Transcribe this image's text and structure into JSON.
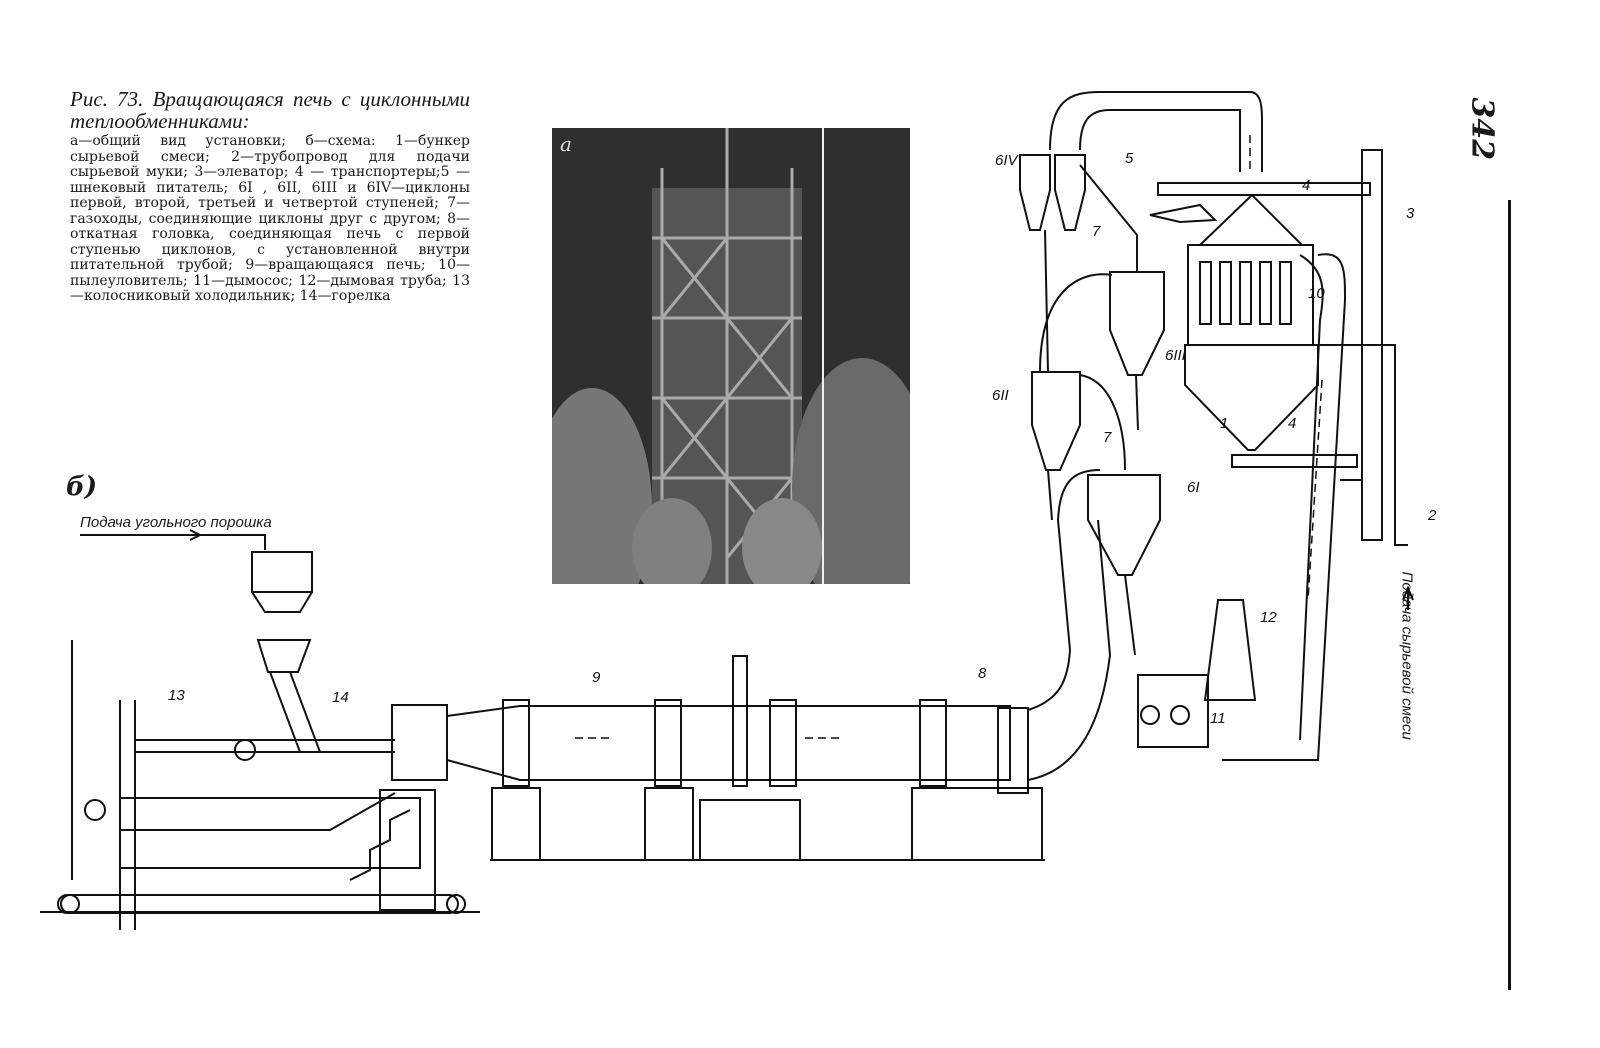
{
  "caption": {
    "title": "Рис. 73. Вращающаяся печь с циклонными теплообменниками:",
    "body": "а—общий вид установки; б—схема: 1—бункер сырьевой смеси; 2—трубопровод для подачи сырьевой муки; 3—элеватор; 4 — транспортеры;5 — шнековый питатель; 6I , 6II, 6III и 6IV—циклоны первой, второй, третьей и четвертой ступеней; 7—газоходы, соединяющие циклоны друг с другом; 8—откатная головка, соединяющая печь с первой ступенью циклонов, с установленной внутри питательной трубой; 9—вращающаяся печь; 10—пылеуловитель; 11—дымосос; 12—дымовая труба; 13—колосниковый холодильник; 14—горелка"
  },
  "page_number": "342",
  "photo_label": "а",
  "diagram_label": "б)",
  "labels": {
    "coal_feed": "Подача угольного порошка",
    "raw_feed": "Подача сырьевой смеси"
  },
  "numbers": {
    "n1": "1",
    "n2": "2",
    "n3": "3",
    "n4a": "4",
    "n4b": "4",
    "n5": "5",
    "n7a": "7",
    "n7b": "7",
    "n8": "8",
    "n9": "9",
    "n10": "10",
    "n11": "11",
    "n12": "12",
    "n13": "13",
    "n14": "14",
    "c1": "6I",
    "c2": "6II",
    "c3": "6III",
    "c4": "6IV"
  }
}
